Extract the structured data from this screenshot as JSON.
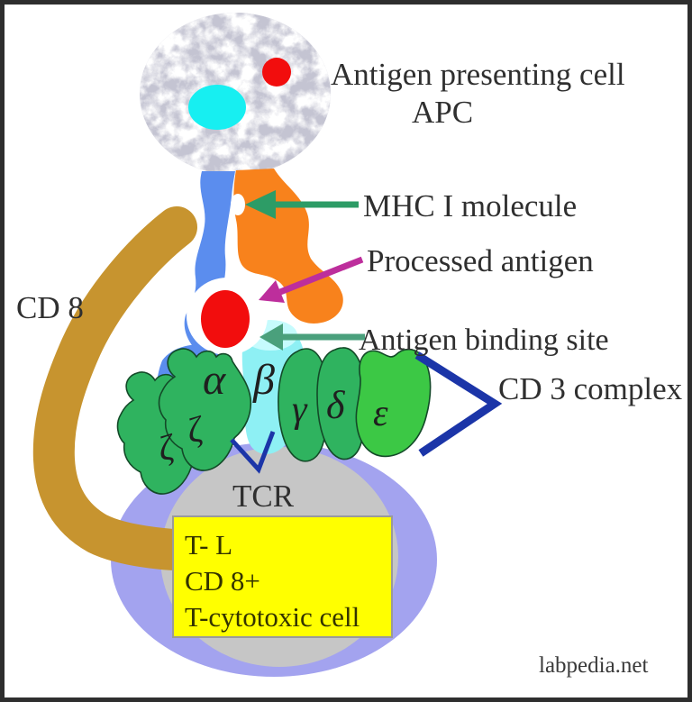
{
  "labels": {
    "apc_line1": "Antigen presenting cell",
    "apc_line2": "APC",
    "mhc": "MHC I molecule",
    "processed_antigen": "Processed antigen",
    "binding_site": "Antigen binding site",
    "cd3": "CD 3 complex",
    "tcr": "TCR",
    "cd8": "CD 8"
  },
  "greek": {
    "alpha": "α",
    "beta": "β",
    "gamma": "γ",
    "delta": "δ",
    "epsilon": "ε",
    "zeta_1": "ζ",
    "zeta_2": "ζ"
  },
  "t_cell_box": {
    "line1": "T- L",
    "line2": "CD 8+",
    "line3": "T-cytotoxic cell"
  },
  "watermark": "labpedia.net",
  "colors": {
    "apc_body": "#c4c4d2",
    "nucleus_cyan": "#17eff1",
    "antigen_red": "#f20d0d",
    "mhc_blue": "#5b8dee",
    "mhc_orange": "#f8821c",
    "tcr_beta_cyan": "#8ef0f4",
    "tcr_beta_light": "#c6fbfd",
    "cd3_green": "#2fb35f",
    "epsilon_green": "#3cc845",
    "cd8_tan": "#c7942f",
    "membrane_purple": "#a3a3ef",
    "cytoplasm_gray": "#c6c6c6",
    "box_yellow": "#ffff00",
    "arrow_green": "#2d9c66",
    "arrow_green2": "#4aa07c",
    "arrow_magenta": "#bd2e9c",
    "bracket_navy": "#1b35a8",
    "text_dark": "#2f2f2f"
  }
}
